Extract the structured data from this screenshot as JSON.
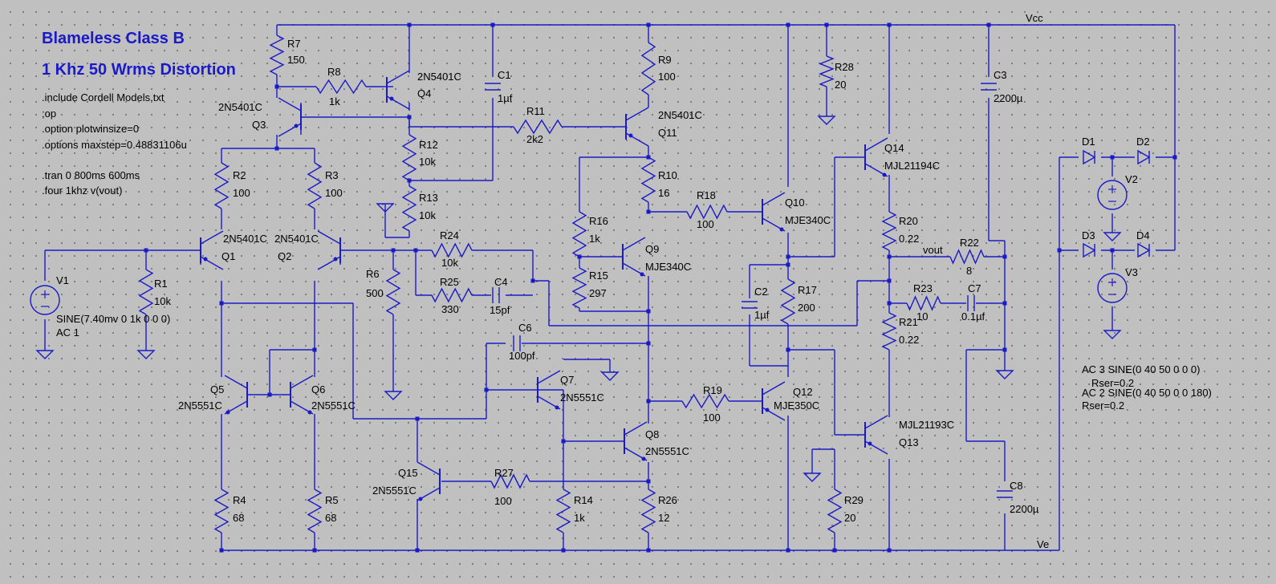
{
  "title_lines": [
    "Blameless Class B",
    "1 Khz 50 Wrms Distortion"
  ],
  "directives": [
    ".include Cordell Models.txt",
    ";op",
    ".option plotwinsize=0",
    ".options maxstep=0.48831106u",
    "",
    ".tran 0 800ms 600ms",
    ".four 1khz v(vout)"
  ],
  "source_defs": [
    "AC 3  SINE(0 40 50 0 0 0)",
    "Rser=0.2",
    "AC 2  SINE(0 40 50 0 0 180)",
    "Rser=0.2"
  ],
  "nets": {
    "vcc": "Vcc",
    "ve": "Ve",
    "vout": "vout"
  },
  "resistors": [
    {
      "id": "R7",
      "value": "150"
    },
    {
      "id": "R8",
      "value": "1k"
    },
    {
      "id": "R9",
      "value": "100"
    },
    {
      "id": "R28",
      "value": "20"
    },
    {
      "id": "R11",
      "value": "2k2"
    },
    {
      "id": "R12",
      "value": "10k"
    },
    {
      "id": "R13",
      "value": "10k"
    },
    {
      "id": "R2",
      "value": "100"
    },
    {
      "id": "R3",
      "value": "100"
    },
    {
      "id": "R10",
      "value": "16"
    },
    {
      "id": "R16",
      "value": "1k"
    },
    {
      "id": "R18",
      "value": "100"
    },
    {
      "id": "R20",
      "value": "0.22"
    },
    {
      "id": "R22",
      "value": "8"
    },
    {
      "id": "R24",
      "value": "10k"
    },
    {
      "id": "R25",
      "value": "330"
    },
    {
      "id": "R6",
      "value": "500"
    },
    {
      "id": "R1",
      "value": "10k"
    },
    {
      "id": "R15",
      "value": "297"
    },
    {
      "id": "R17",
      "value": "200"
    },
    {
      "id": "R23",
      "value": "10"
    },
    {
      "id": "R21",
      "value": "0.22"
    },
    {
      "id": "R19",
      "value": "100"
    },
    {
      "id": "R27",
      "value": "100"
    },
    {
      "id": "R4",
      "value": "68"
    },
    {
      "id": "R5",
      "value": "68"
    },
    {
      "id": "R14",
      "value": "1k"
    },
    {
      "id": "R26",
      "value": "12"
    },
    {
      "id": "R29",
      "value": "20"
    }
  ],
  "capacitors": [
    {
      "id": "C1",
      "value": "1µf"
    },
    {
      "id": "C3",
      "value": "2200µ"
    },
    {
      "id": "C4",
      "value": "15pf"
    },
    {
      "id": "C2",
      "value": "1µf"
    },
    {
      "id": "C7",
      "value": "0.1µf"
    },
    {
      "id": "C6",
      "value": "100pf"
    },
    {
      "id": "C8",
      "value": "2200µ"
    }
  ],
  "transistors": [
    {
      "id": "Q4",
      "model": "2N5401C"
    },
    {
      "id": "Q3",
      "model": "2N5401C"
    },
    {
      "id": "Q11",
      "model": "2N5401C"
    },
    {
      "id": "Q14",
      "model": "MJL21194C"
    },
    {
      "id": "Q1",
      "model": "2N5401C"
    },
    {
      "id": "Q2",
      "model": "2N5401C"
    },
    {
      "id": "Q10",
      "model": "MJE340C"
    },
    {
      "id": "Q9",
      "model": "MJE340C"
    },
    {
      "id": "Q7",
      "model": "2N5551C"
    },
    {
      "id": "Q5",
      "model": "2N5551C"
    },
    {
      "id": "Q6",
      "model": "2N5551C"
    },
    {
      "id": "Q12",
      "model": "MJE350C"
    },
    {
      "id": "Q8",
      "model": "2N5551C"
    },
    {
      "id": "Q15",
      "model": "2N5551C"
    },
    {
      "id": "Q13",
      "model": "MJL21193C"
    }
  ],
  "diodes": [
    "D1",
    "D2",
    "D3",
    "D4"
  ],
  "sources": [
    {
      "id": "V1",
      "value": "SINE(7.40mv 0 1k 0 0 0)",
      "ac": "AC 1"
    },
    {
      "id": "V2"
    },
    {
      "id": "V3"
    }
  ],
  "colors": {
    "wire": "#1a1ac8",
    "title": "#1a1ac8",
    "background": "#c0c0c0",
    "grid_dot": "#6a6a6a"
  }
}
